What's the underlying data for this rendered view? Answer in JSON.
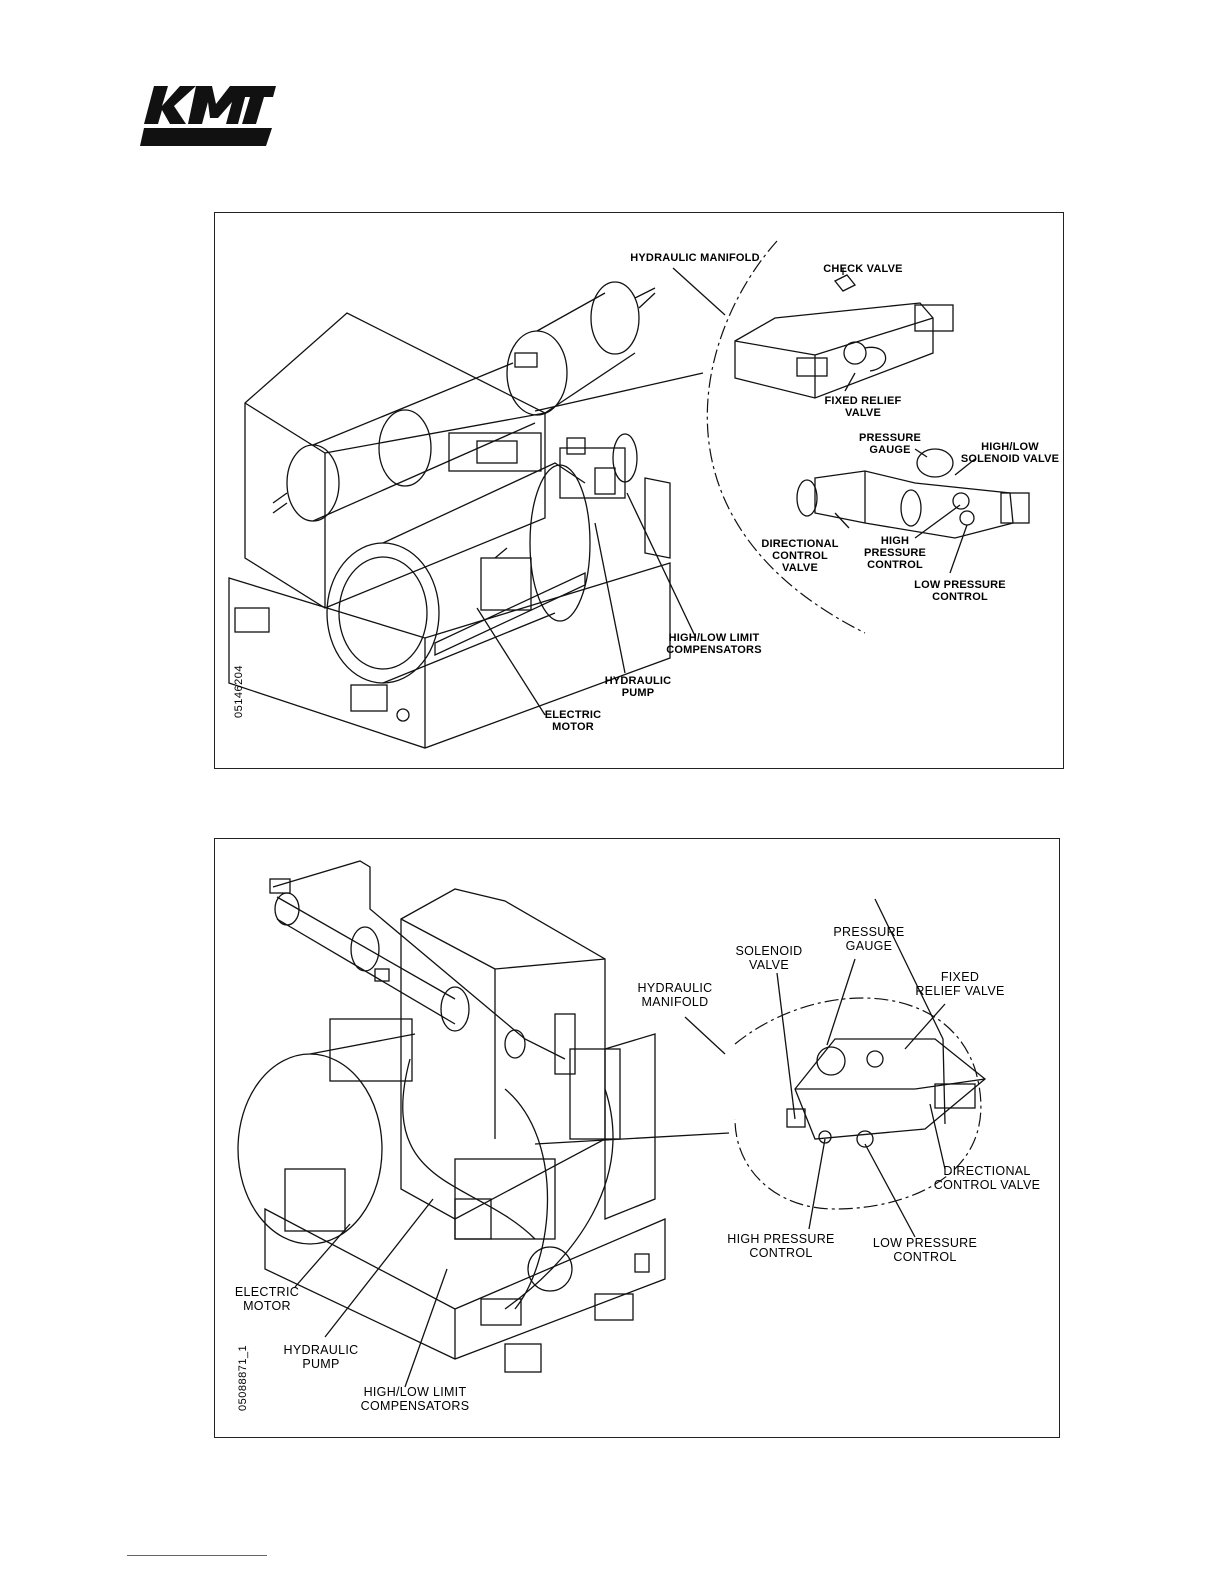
{
  "logo": {
    "text": "KMT"
  },
  "figure1": {
    "id": "05146204",
    "labels": {
      "hydraulic_manifold": "HYDRAULIC MANIFOLD",
      "check_valve": "CHECK VALVE",
      "fixed_relief_valve": "FIXED RELIEF\nVALVE",
      "pressure_gauge": "PRESSURE\nGAUGE",
      "high_low_solenoid_valve": "HIGH/LOW\nSOLENOID VALVE",
      "directional_control_valve": "DIRECTIONAL\nCONTROL\nVALVE",
      "high_pressure_control": "HIGH\nPRESSURE\nCONTROL",
      "low_pressure_control": "LOW PRESSURE\nCONTROL",
      "high_low_limit_compensators": "HIGH/LOW LIMIT\nCOMPENSATORS",
      "hydraulic_pump": "HYDRAULIC\nPUMP",
      "electric_motor": "ELECTRIC\nMOTOR"
    }
  },
  "figure2": {
    "id": "05088871_1",
    "labels": {
      "solenoid_valve": "SOLENOID\nVALVE",
      "pressure_gauge": "PRESSURE\nGAUGE",
      "hydraulic_manifold": "HYDRAULIC\nMANIFOLD",
      "fixed_relief_valve": "FIXED\nRELIEF VALVE",
      "directional_control_valve": "DIRECTIONAL\nCONTROL VALVE",
      "high_pressure_control": "HIGH PRESSURE\nCONTROL",
      "low_pressure_control": "LOW PRESSURE\nCONTROL",
      "electric_motor": "ELECTRIC\nMOTOR",
      "hydraulic_pump": "HYDRAULIC\nPUMP",
      "high_low_limit_compensators": "HIGH/LOW LIMIT\nCOMPENSATORS"
    }
  }
}
